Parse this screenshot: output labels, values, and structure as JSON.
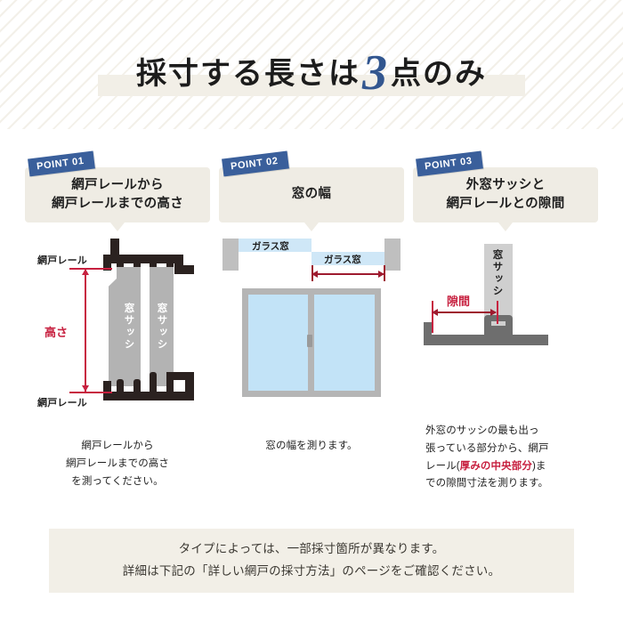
{
  "header": {
    "title_part1": "採寸する長さは",
    "title_number": "3",
    "title_part2": "点のみ"
  },
  "points": [
    {
      "badge": "POINT 01",
      "card_line1": "網戸レールから",
      "card_line2": "網戸レールまでの高さ",
      "diagram": {
        "rail_label_top": "網戸レール",
        "rail_label_bottom": "網戸レール",
        "dimension_label": "高さ",
        "sash_label_left": "窓サッシ",
        "sash_label_right": "窓サッシ"
      },
      "caption_line1": "網戸レールから",
      "caption_line2": "網戸レールまでの高さ",
      "caption_line3": "を測ってください。"
    },
    {
      "badge": "POINT 02",
      "card_line1": "窓の幅",
      "card_line2": "",
      "diagram": {
        "bar_label_left": "ガラス窓",
        "bar_label_right": "ガラス窓"
      },
      "caption_line1": "窓の幅を測ります。",
      "caption_line2": "",
      "caption_line3": ""
    },
    {
      "badge": "POINT 03",
      "card_line1": "外窓サッシと",
      "card_line2": "網戸レールとの隙間",
      "diagram": {
        "sash_label": "窓サッシ",
        "gap_label": "隙間"
      },
      "caption_line1": "外窓のサッシの最も出っ",
      "caption_line2": "張っている部分から、網戸",
      "caption_line3_pre": "レール(",
      "caption_line3_hl": "厚みの中央部分",
      "caption_line3_post": ")ま",
      "caption_line4": "での隙間寸法を測ります。"
    }
  ],
  "note": {
    "line1": "タイプによっては、一部採寸箇所が異なります。",
    "line2": "詳細は下記の「詳しい網戸の採寸方法」のページをご確認ください。"
  },
  "colors": {
    "badge_navy": "#3a5f9b",
    "title_number_blue": "#32568f",
    "card_beige": "#efece4",
    "dimension_red": "#c7203f",
    "arrow_dark_red": "#9e1b2f",
    "glass_blue": "#c2e3f7",
    "rail_dark": "#2b2220",
    "sash_gray": "#b3b3b3",
    "note_bg": "#f2efe7"
  }
}
